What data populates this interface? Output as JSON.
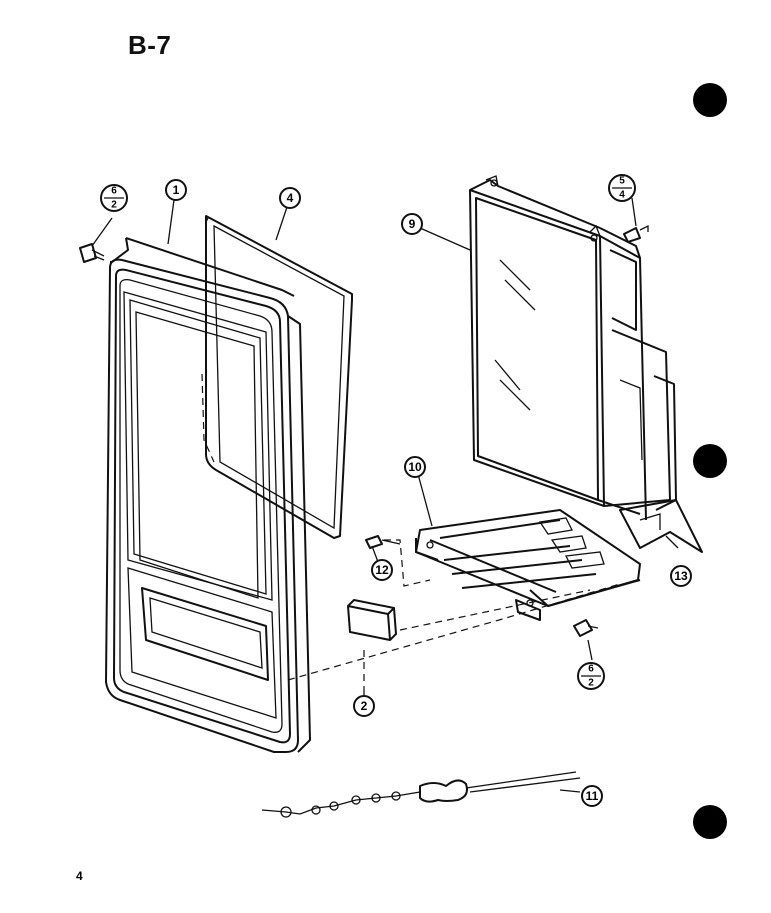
{
  "page": {
    "title": "B-7",
    "page_number": "4"
  },
  "callouts": [
    {
      "id": "door-frame",
      "label": "1"
    },
    {
      "id": "door-seal",
      "label": "4"
    },
    {
      "id": "door-panel",
      "label": "9"
    },
    {
      "id": "switch-bracket",
      "label": "10"
    },
    {
      "id": "interlock-bracket",
      "label": "13"
    },
    {
      "id": "latch",
      "label": "2"
    },
    {
      "id": "clip",
      "label": "12"
    },
    {
      "id": "wire-harness",
      "label": "11"
    }
  ],
  "screw_callouts": [
    {
      "id": "screw-top-left",
      "numerator": "6",
      "denominator": "2"
    },
    {
      "id": "screw-top-right",
      "numerator": "5",
      "denominator": "4"
    },
    {
      "id": "screw-bottom",
      "numerator": "6",
      "denominator": "2"
    }
  ],
  "colors": {
    "ink": "#111111",
    "background": "#ffffff"
  }
}
